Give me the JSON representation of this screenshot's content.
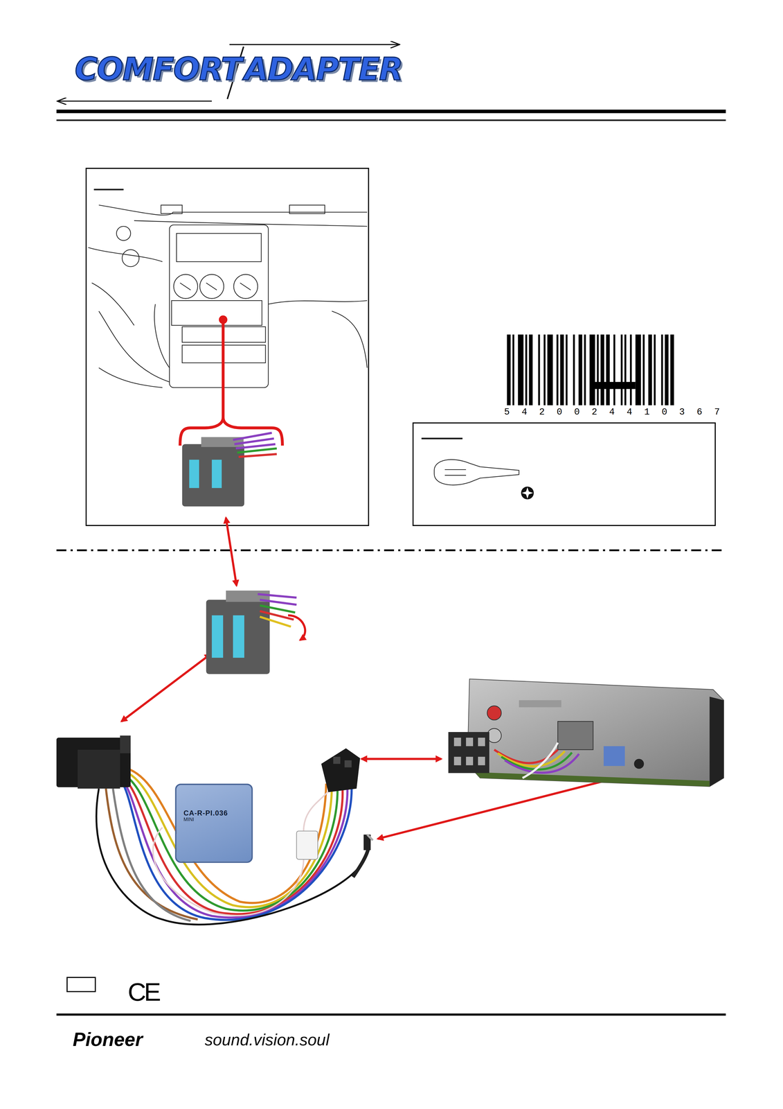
{
  "diagram": {
    "nodes": [
      {
        "text": [
          "CA-R-PI.036",
          "MINI"
        ]
      }
    ],
    "labels": [
      "COMFORT",
      "ADAPTER",
      "5 4 2 0 0 2 4 4 1 0 3 6 7",
      "CE",
      "Pioneer",
      "sound.vision.soul"
    ]
  }
}
